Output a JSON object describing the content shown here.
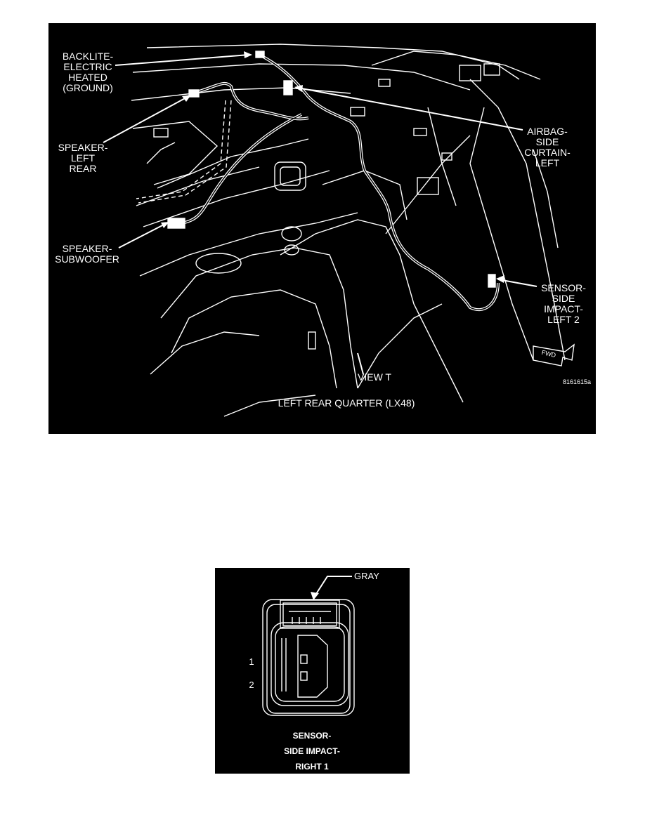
{
  "figure_top": {
    "callouts": {
      "backlite": "BACKLITE-\nELECTRIC\nHEATED\n(GROUND)",
      "speaker_left_rear": "SPEAKER-\nLEFT\nREAR",
      "speaker_subwoofer": "SPEAKER-\nSUBWOOFER",
      "airbag": "AIRBAG-\nSIDE\nCURTAIN-\nLEFT",
      "sensor_left2": "SENSOR-\nSIDE\nIMPACT-\nLEFT 2",
      "view": "VIEW T",
      "fwd": "FWD"
    },
    "figure_number": "8161615a",
    "caption": "LEFT REAR QUARTER  (LX48)"
  },
  "figure_bottom": {
    "color_callout": "GRAY",
    "pin_labels": [
      "1",
      "2"
    ],
    "caption": "SENSOR-\nSIDE IMPACT-\nRIGHT 1"
  },
  "colors": {
    "background": "#000000",
    "linework": "#ffffff",
    "page": "#ffffff"
  }
}
